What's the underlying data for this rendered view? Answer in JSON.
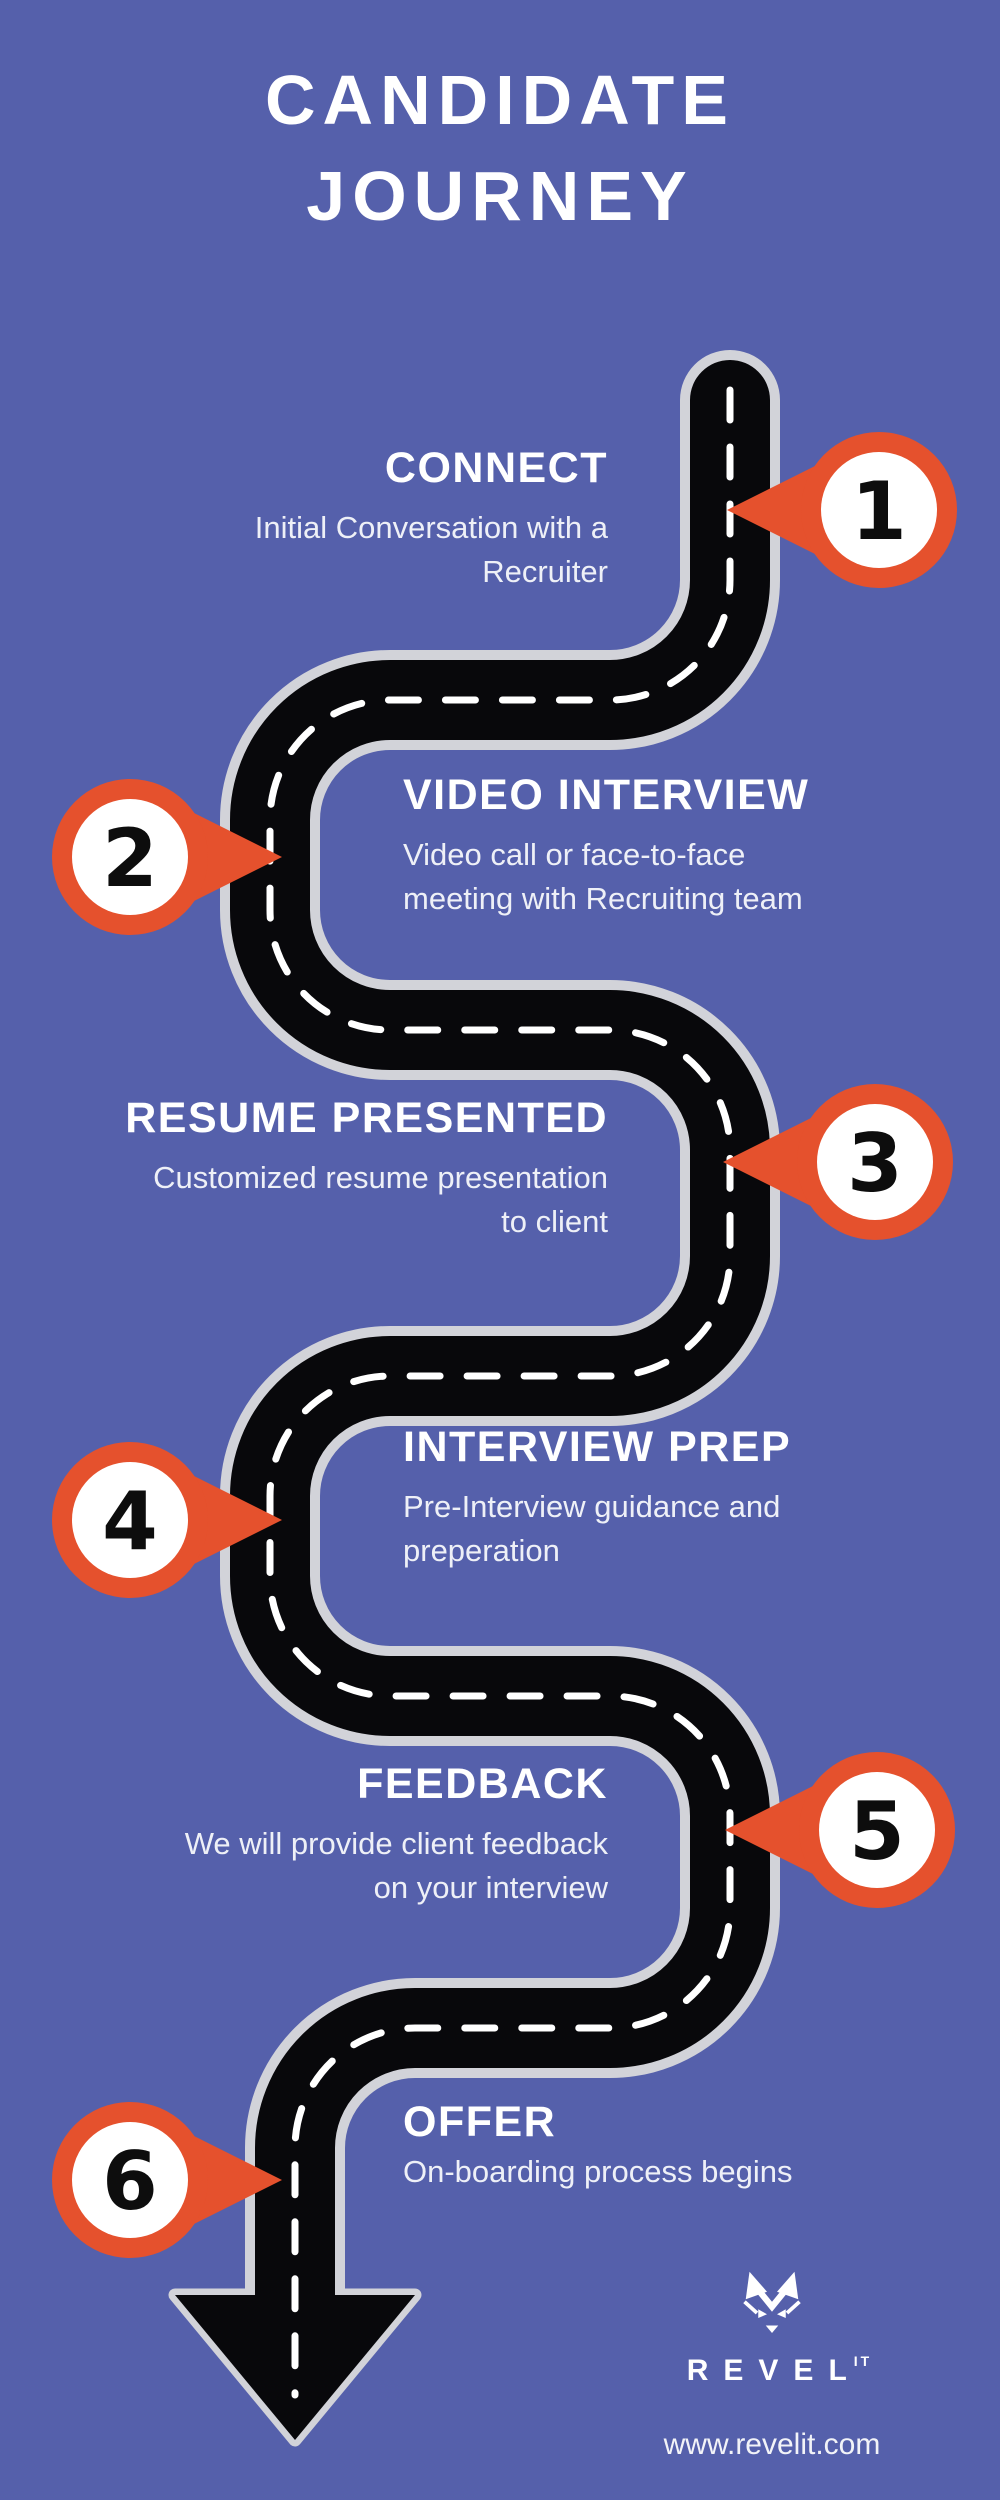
{
  "title": {
    "line1": "CANDIDATE",
    "line2": "JOURNEY"
  },
  "steps": [
    {
      "number": "1",
      "heading": "CONNECT",
      "line1": "Initial Conversation with a",
      "line2": "Recruiter"
    },
    {
      "number": "2",
      "heading": "VIDEO INTERVIEW",
      "line1": "Video call or face-to-face",
      "line2": "meeting with Recruiting team"
    },
    {
      "number": "3",
      "heading": "RESUME PRESENTED",
      "line1": "Customized resume presentation",
      "line2": "to client"
    },
    {
      "number": "4",
      "heading": "INTERVIEW PREP",
      "line1": "Pre-Interview guidance and",
      "line2": "preperation"
    },
    {
      "number": "5",
      "heading": "FEEDBACK",
      "line1": "We will provide client feedback",
      "line2": "on your interview"
    },
    {
      "number": "6",
      "heading": "OFFER",
      "line1": "On-boarding process begins",
      "line2": ""
    }
  ],
  "footer": {
    "brand": "REVEL",
    "brand_suffix": "IT",
    "website": "www.revelit.com"
  },
  "colors": {
    "background": "#5560AB",
    "road": "#08080B",
    "road_outline": "#D2D3D9",
    "lane_dash": "#FFFFFF",
    "pin": "#E5512D",
    "pin_circle": "#FFFFFF",
    "pin_number": "#0D0D0D",
    "text": "#FFFFFF"
  }
}
